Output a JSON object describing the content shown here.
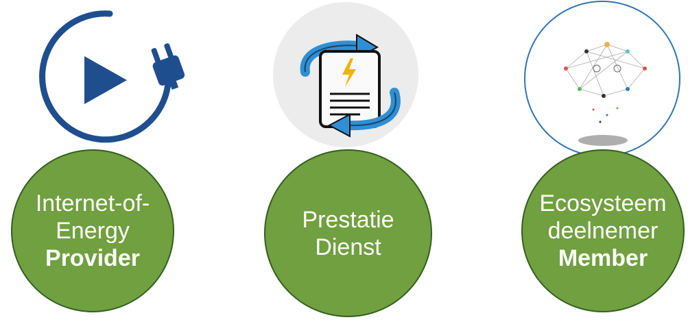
{
  "items": [
    {
      "icon": "power-plug-play-icon",
      "lines": [
        "Internet-of-",
        "Energy"
      ],
      "bold": "Provider"
    },
    {
      "icon": "document-sync-icon",
      "lines": [
        "Prestatie",
        "Dienst"
      ],
      "bold": ""
    },
    {
      "icon": "network-cloud-icon",
      "lines": [
        "Ecosysteem",
        "deelnemer"
      ],
      "bold": "Member"
    }
  ],
  "colors": {
    "circle_fill": "#70a03f",
    "circle_border": "#335f20",
    "icon_blue": "#1f4e8f",
    "arrow_blue": "#2e8fd6",
    "ring_blue": "#2e74b5"
  }
}
